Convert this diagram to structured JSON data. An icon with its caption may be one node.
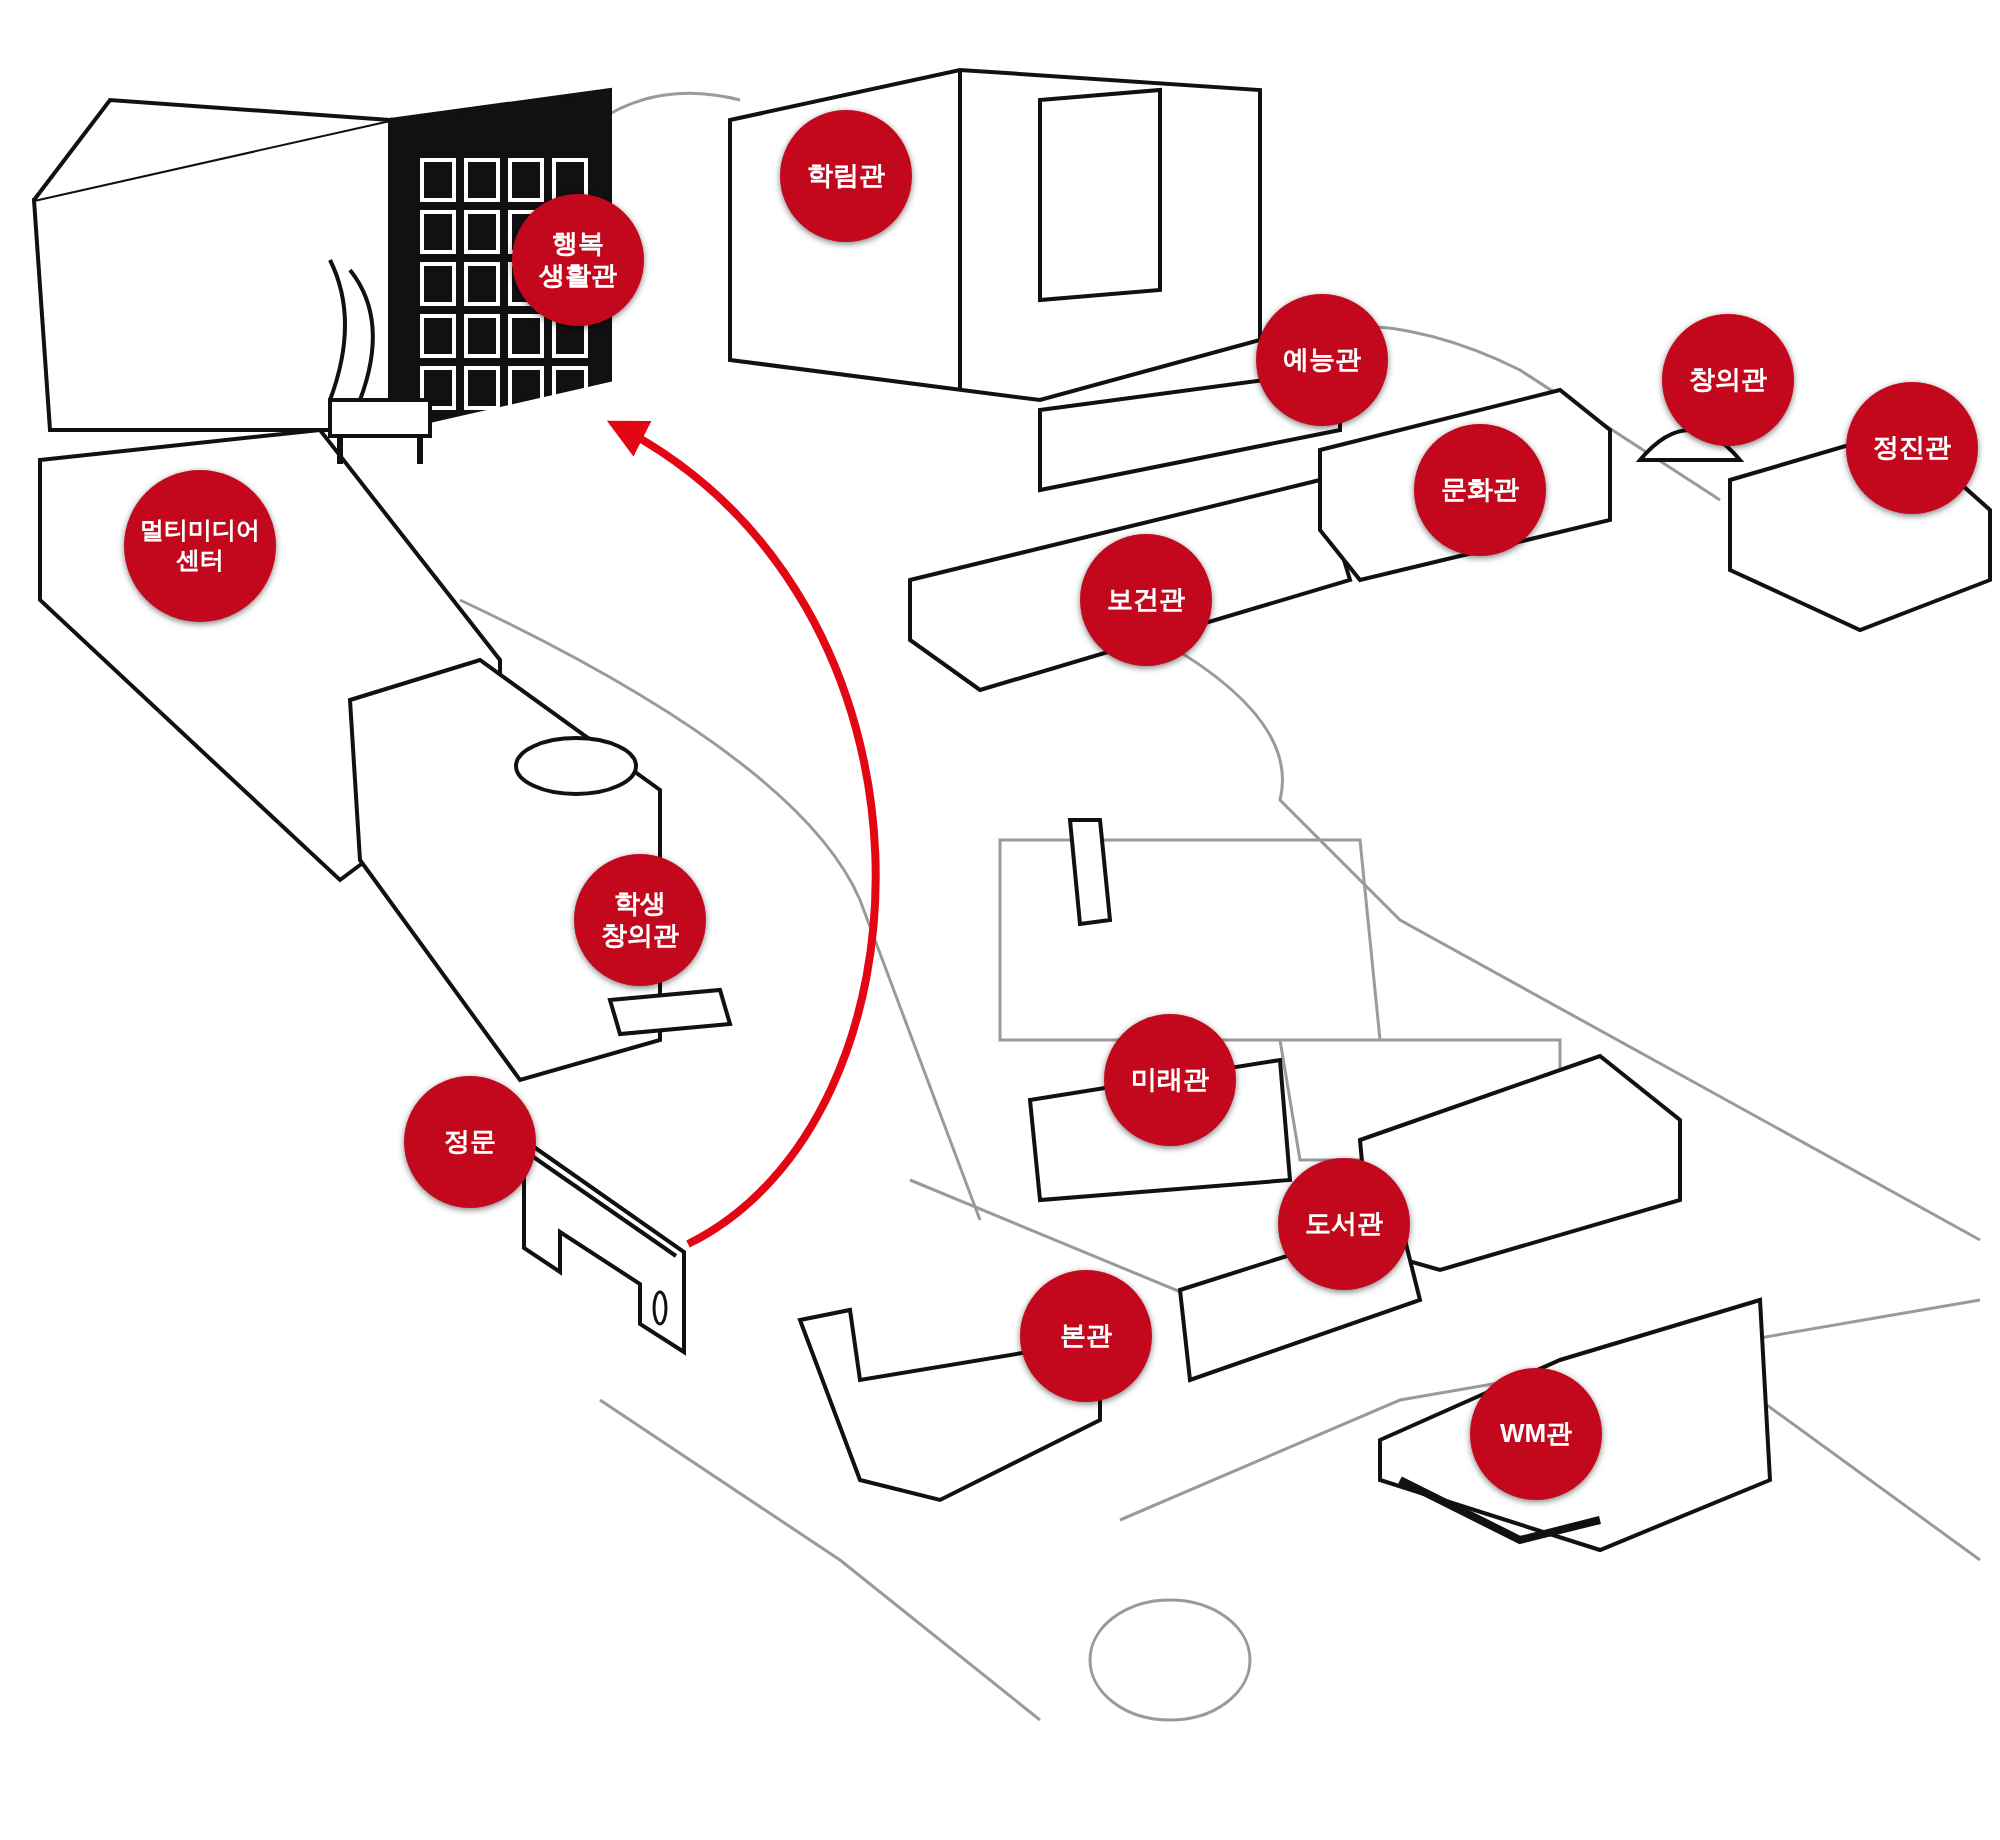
{
  "diagram": {
    "nodes": [
      {
        "text": [
          "학림관"
        ]
      },
      {
        "text": [
          "행복 생활관"
        ]
      },
      {
        "text": [
          "예능관"
        ]
      },
      {
        "text": [
          "창의관"
        ]
      },
      {
        "text": [
          "정진관"
        ]
      },
      {
        "text": [
          "문화관"
        ]
      },
      {
        "text": [
          "멀티미디어 센터"
        ]
      },
      {
        "text": [
          "보건관"
        ]
      },
      {
        "text": [
          "학생 창의관"
        ]
      },
      {
        "text": [
          "미래관"
        ]
      },
      {
        "text": [
          "정문"
        ]
      },
      {
        "text": [
          "도서관"
        ]
      },
      {
        "text": [
          "본관"
        ]
      },
      {
        "text": [
          "WM관"
        ]
      },
      {
        "text": [],
        "shape": "picture"
      },
      {
        "text": [],
        "shape": "picture"
      }
    ],
    "edges": [
      {
        "from": 15,
        "to": 14,
        "arrow": "to"
      }
    ]
  }
}
